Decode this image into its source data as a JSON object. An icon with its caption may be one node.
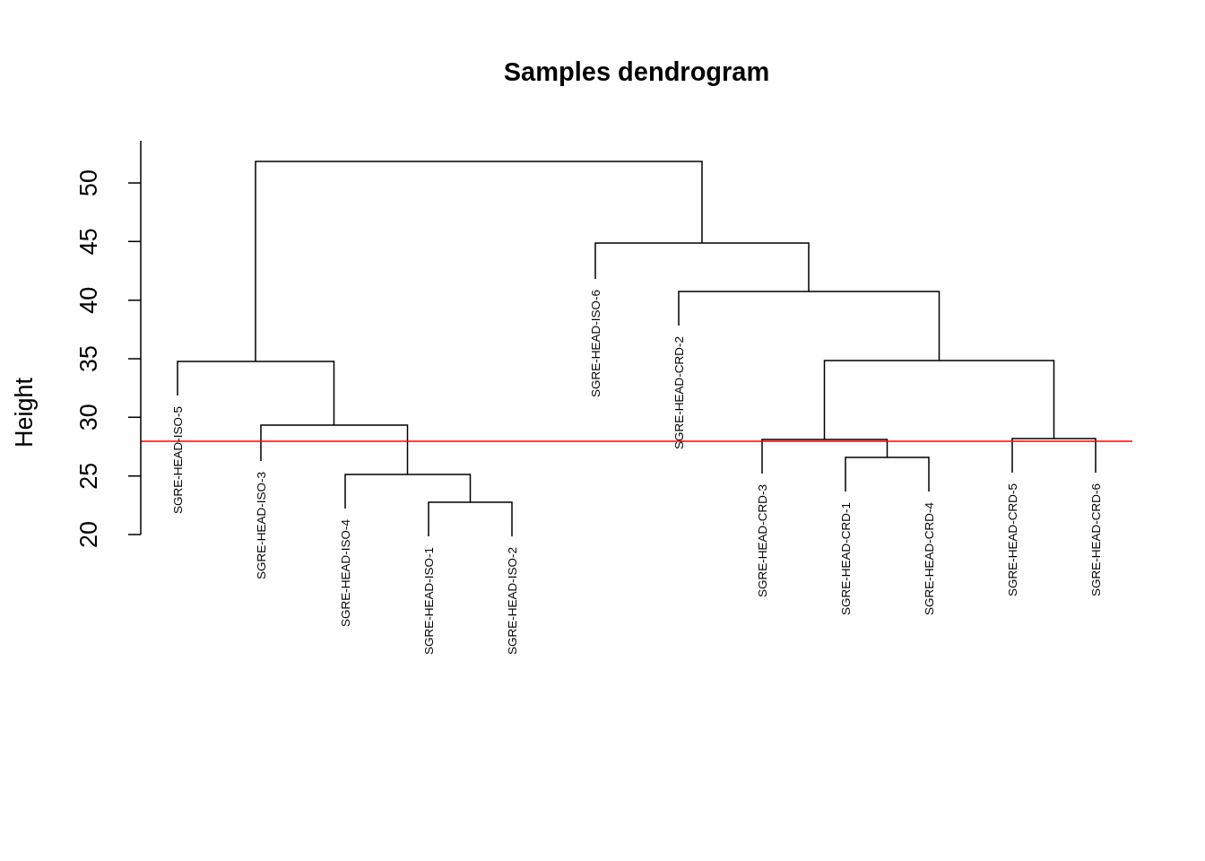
{
  "diagram": {
    "title": "Samples dendrogram",
    "labels": [
      "Height",
      "50",
      "45",
      "40",
      "35",
      "30",
      "25",
      "20",
      "SGRE-HEAD-ISO-5",
      "SGRE-HEAD-ISO-3",
      "SGRE-HEAD-ISO-4",
      "SGRE-HEAD-ISO-1",
      "SGRE-HEAD-ISO-2",
      "SGRE-HEAD-ISO-6",
      "SGRE-HEAD-CRD-2",
      "SGRE-HEAD-CRD-3",
      "SGRE-HEAD-CRD-1",
      "SGRE-HEAD-CRD-4",
      "SGRE-HEAD-CRD-5",
      "SGRE-HEAD-CRD-6"
    ]
  }
}
